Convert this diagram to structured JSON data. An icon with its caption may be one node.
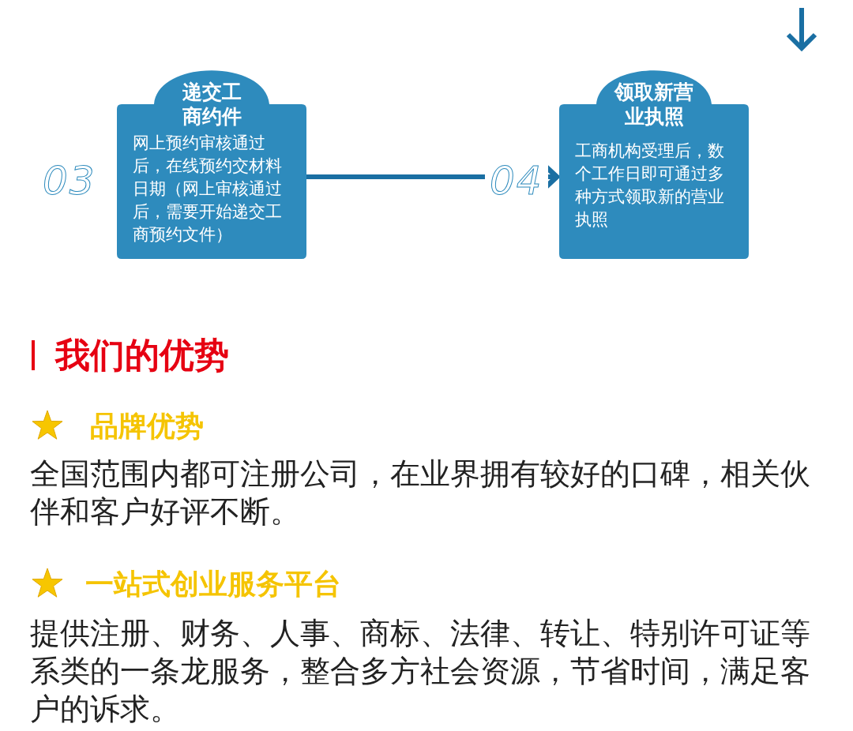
{
  "diagram": {
    "nodes": [
      {
        "text": [
          "递交工商约件",
          "网上预约审核通过后，在线预约交材料日期（网上审核通过后，需要开始递交工商预约文件）"
        ],
        "beside": [
          "03"
        ]
      },
      {
        "text": [
          "领取新营业执照",
          "工商机构受理后，数个工作日即可通过多种方式领取新的营业执照"
        ],
        "beside": [
          "04"
        ]
      }
    ],
    "edges": [
      {
        "from": 0,
        "to": 1,
        "arrow": "to"
      }
    ],
    "labels": [
      "我们的优势",
      "品牌优势",
      "全国范围内都可注册公司，在业界拥有较好的口碑，相关伙伴和客户好评不断。",
      "一站式创业服务平台",
      "提供注册、财务、人事、商标、法律、转让、特别许可证等系类的一条龙服务，整合多方社会资源，节省时间，满足客户的诉求。"
    ]
  }
}
